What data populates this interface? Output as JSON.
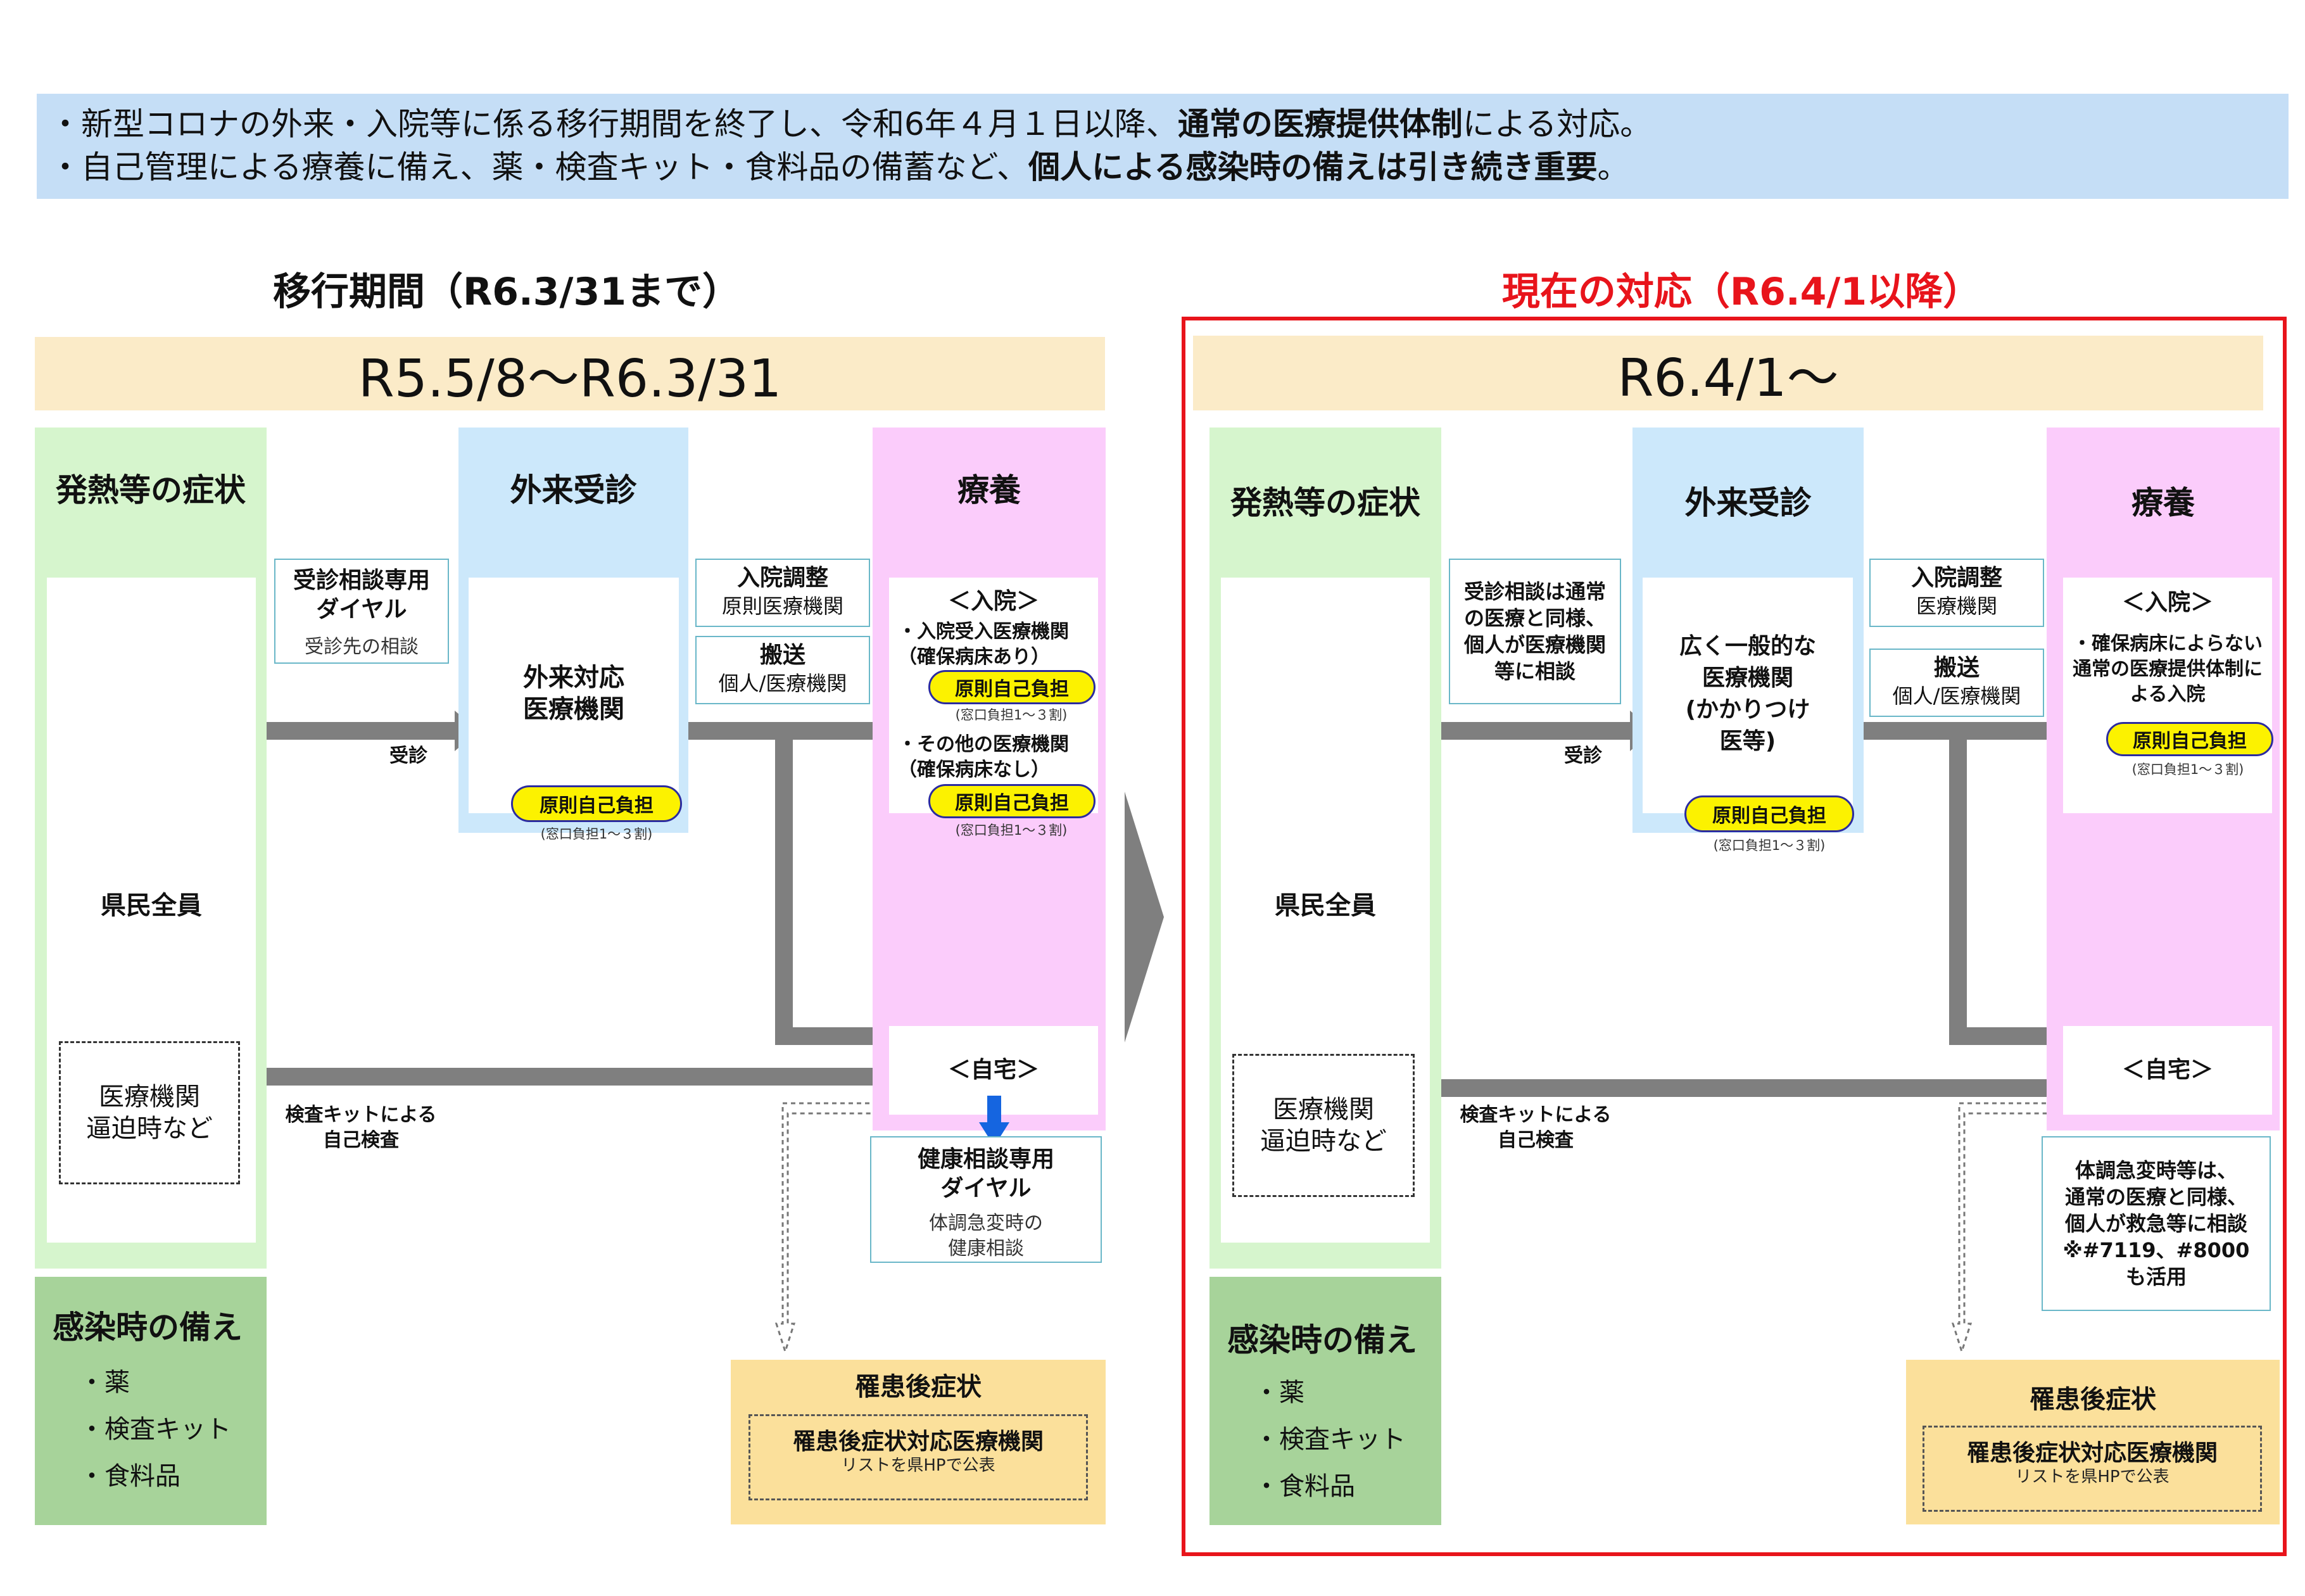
{
  "banner": {
    "line1_pre": "・新型コロナの外来・入院等に係る移行期間を終了し、令和6年４月１日以降、",
    "line1_bold": "通常の医療提供体制",
    "line1_post": "による対応。",
    "line2_pre": "・自己管理による療養に備え、薬・検査キット・食料品の備蓄など、",
    "line2_bold": "個人による感染時の備えは引き続き重要",
    "line2_post": "。"
  },
  "left": {
    "heading": "移行期間（R6.3/31まで）",
    "date_range": "R5.5/8～R6.3/31",
    "symptoms_header": "発熱等の症状",
    "all_residents": "県民全員",
    "oppressed_label": "医療機関\n逼迫時など",
    "consult_dial_title": "受診相談専用\nダイヤル",
    "consult_dial_desc": "受診先の相談",
    "visit_label": "受診",
    "outpatient_header": "外来受診",
    "outpatient_facility": "外来対応\n医療機関",
    "self_pay": "原則自己負担",
    "copay_note": "(窓口負担1～３割)",
    "admission_adjust_title": "入院調整",
    "admission_adjust_desc": "原則医療機関",
    "transport_title": "搬送",
    "transport_desc": "個人/医療機関",
    "recuperation_header": "療養",
    "hospital_title": "＜入院＞",
    "hospital_item1": "・入院受入医療機関\n（確保病床あり）",
    "hospital_item2": "・その他の医療機関\n（確保病床なし）",
    "home_title": "＜自宅＞",
    "test_kit_label": "検査キットによる\n自己検査",
    "health_dial_title": "健康相談専用\nダイヤル",
    "health_dial_desc": "体調急変時の\n健康相談",
    "prep_header": "感染時の備え",
    "prep_items": [
      "・薬",
      "・検査キット",
      "・食料品"
    ],
    "long_covid_header": "罹患後症状",
    "long_covid_facility": "罹患後症状対応医療機関",
    "long_covid_list": "リストを県HPで公表"
  },
  "right": {
    "heading": "現在の対応（R6.4/1以降）",
    "date_range": "R6.4/1～",
    "symptoms_header": "発熱等の症状",
    "all_residents": "県民全員",
    "oppressed_label": "医療機関\n逼迫時など",
    "consult_text": "受診相談は通常\nの医療と同様、\n個人が医療機関\n等に相談",
    "visit_label": "受診",
    "outpatient_header": "外来受診",
    "outpatient_facility": "広く一般的な\n医療機関\n(かかりつけ\n医等)",
    "self_pay": "原則自己負担",
    "copay_note": "(窓口負担1～３割)",
    "admission_adjust_title": "入院調整",
    "admission_adjust_desc": "医療機関",
    "transport_title": "搬送",
    "transport_desc": "個人/医療機関",
    "recuperation_header": "療養",
    "hospital_title": "＜入院＞",
    "hospital_item1": "・確保病床によらない\n通常の医療提供体制に\nよる入院",
    "home_title": "＜自宅＞",
    "test_kit_label": "検査キットによる\n自己検査",
    "emergency_text": "体調急変時等は、\n通常の医療と同様、\n個人が救急等に相談\n※#7119、#8000\nも活用",
    "prep_header": "感染時の備え",
    "prep_items": [
      "・薬",
      "・検査キット",
      "・食料品"
    ],
    "long_covid_header": "罹患後症状",
    "long_covid_facility": "罹患後症状対応医療機関",
    "long_covid_list": "リストを県HPで公表"
  },
  "colors": {
    "banner": "#c5def6",
    "date_band": "#fbebc8",
    "symptoms_column": "#d6f5cd",
    "outpatient_column": "#cce8fb",
    "recuperation_column": "#fbccfb",
    "preparation_box": "#a7d39a",
    "long_covid_box": "#fbe09b",
    "self_pay_pill": "#fcf200",
    "arrow": "#7f7f7f",
    "current_frame": "#e8141b",
    "current_heading": "#e8141b",
    "home_alert_arrow": "#1565e0"
  }
}
